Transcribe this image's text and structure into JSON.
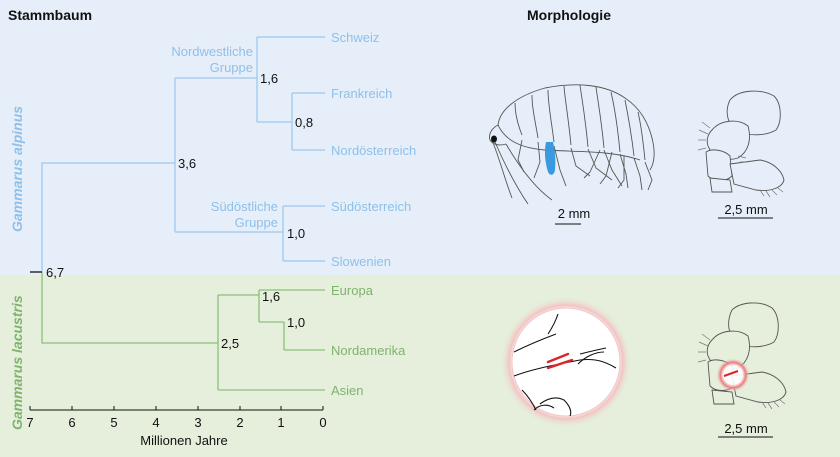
{
  "headers": {
    "tree": "Stammbaum",
    "morphology": "Morphologie"
  },
  "colors": {
    "alpinus_bg": "#e6eff9",
    "lacustris_bg": "#e5efdc",
    "alpinus_line": "#9cc8ee",
    "lacustris_line": "#8cc07a",
    "highlight": "#3b99e0",
    "marker": "#d9262c"
  },
  "species": {
    "alpinus": "Gammarus alpinus",
    "lacustris": "Gammarus lacustris"
  },
  "groups": {
    "nw_line1": "Nordwestliche",
    "nw_line2": "Gruppe",
    "so_line1": "Südöstliche",
    "so_line2": "Gruppe"
  },
  "leaves": {
    "schweiz": "Schweiz",
    "frankreich": "Frankreich",
    "nordoesterreich": "Nordösterreich",
    "suedoesterreich": "Südösterreich",
    "slowenien": "Slowenien",
    "europa": "Europa",
    "nordamerika": "Nordamerika",
    "asien": "Asien"
  },
  "nodes": {
    "root": "6,7",
    "alpinus": "3,6",
    "nw": "1,6",
    "fr_no": "0,8",
    "so": "1,0",
    "lacustris": "2,5",
    "eu_na": "1,6",
    "na": "1,0"
  },
  "axis": {
    "label": "Millionen Jahre",
    "ticks": [
      "7",
      "6",
      "5",
      "4",
      "3",
      "2",
      "1",
      "0"
    ]
  },
  "scale_bars": {
    "amphipod": "2 mm",
    "leg_top": "2,5 mm",
    "leg_bottom": "2,5 mm"
  }
}
